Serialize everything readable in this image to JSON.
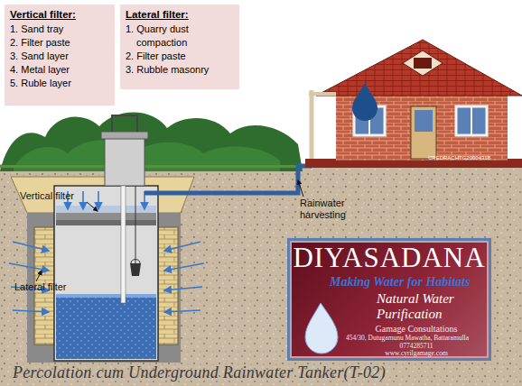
{
  "diagram": {
    "caption": "Percolation cum Underground Rainwater Tanker(T-02)",
    "nodes": [
      {
        "text": [
          "Vertical filter:",
          "1. Sand tray",
          "2. Filter paste",
          "3. Sand layer",
          "4. Metal layer",
          "5. Ruble layer"
        ]
      },
      {
        "text": [
          "Lateral filter:",
          "1. Quarry dust compaction",
          "2. Filter paste",
          "3. Rubble masonry"
        ]
      },
      {
        "text": [
          "DIYASADANA",
          "Making Water for Habitats",
          "Natural Water Purification",
          "Gamage Consultations",
          "454/30, Dutugamunu Mawatha, Battaramulla",
          "0774285711",
          "www.cyrilgamage.com"
        ]
      }
    ],
    "labels": [
      "Vertical filter",
      "Lateral filter",
      "Rainwater harvesting",
      "CREDRACHTG20004318"
    ]
  }
}
